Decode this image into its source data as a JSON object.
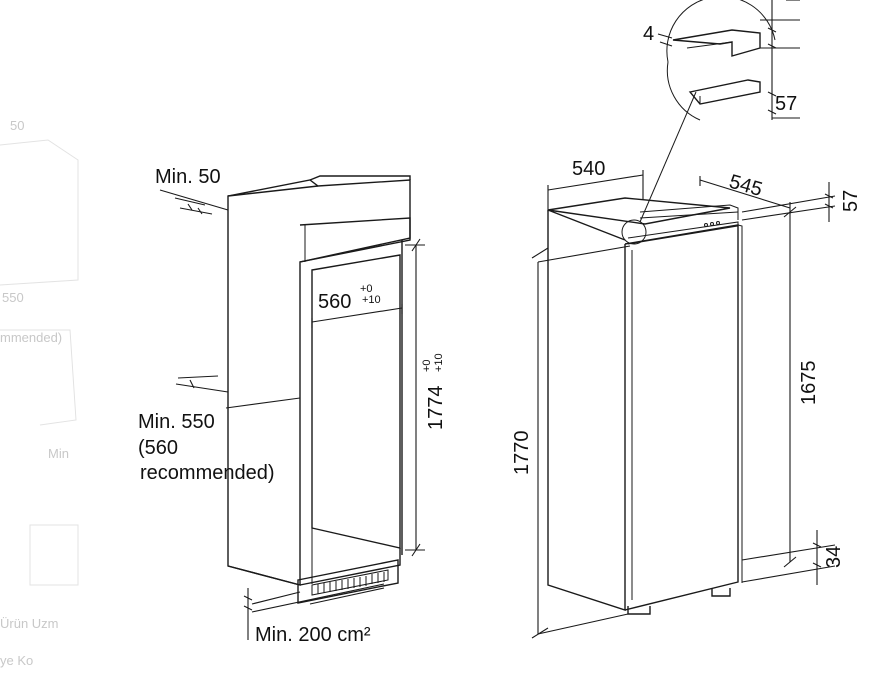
{
  "left_diagram": {
    "min_50": "Min. 50",
    "width_main": "560",
    "width_tol_top": "+0",
    "width_tol_bottom": "+10",
    "height_main": "1774",
    "height_tol_top": "+0",
    "height_tol_bottom": "+10",
    "min_550_line1": "Min. 550",
    "min_550_line2": "(560",
    "min_550_line3": "recommended)",
    "vent_area": "Min. 200 cm²"
  },
  "right_diagram": {
    "width": "540",
    "depth": "545",
    "top_gap": "57",
    "height_total": "1770",
    "door_height": "1675",
    "bottom_gap": "34"
  },
  "detail_inset": {
    "gap_top": "4",
    "gap_side": "57"
  },
  "background_fragments": {
    "frag_1": "50",
    "frag_2": "550",
    "frag_3": "mmended)",
    "frag_4": "Min",
    "frag_5": "Ürün Uzm",
    "frag_6": "ye Ko"
  }
}
